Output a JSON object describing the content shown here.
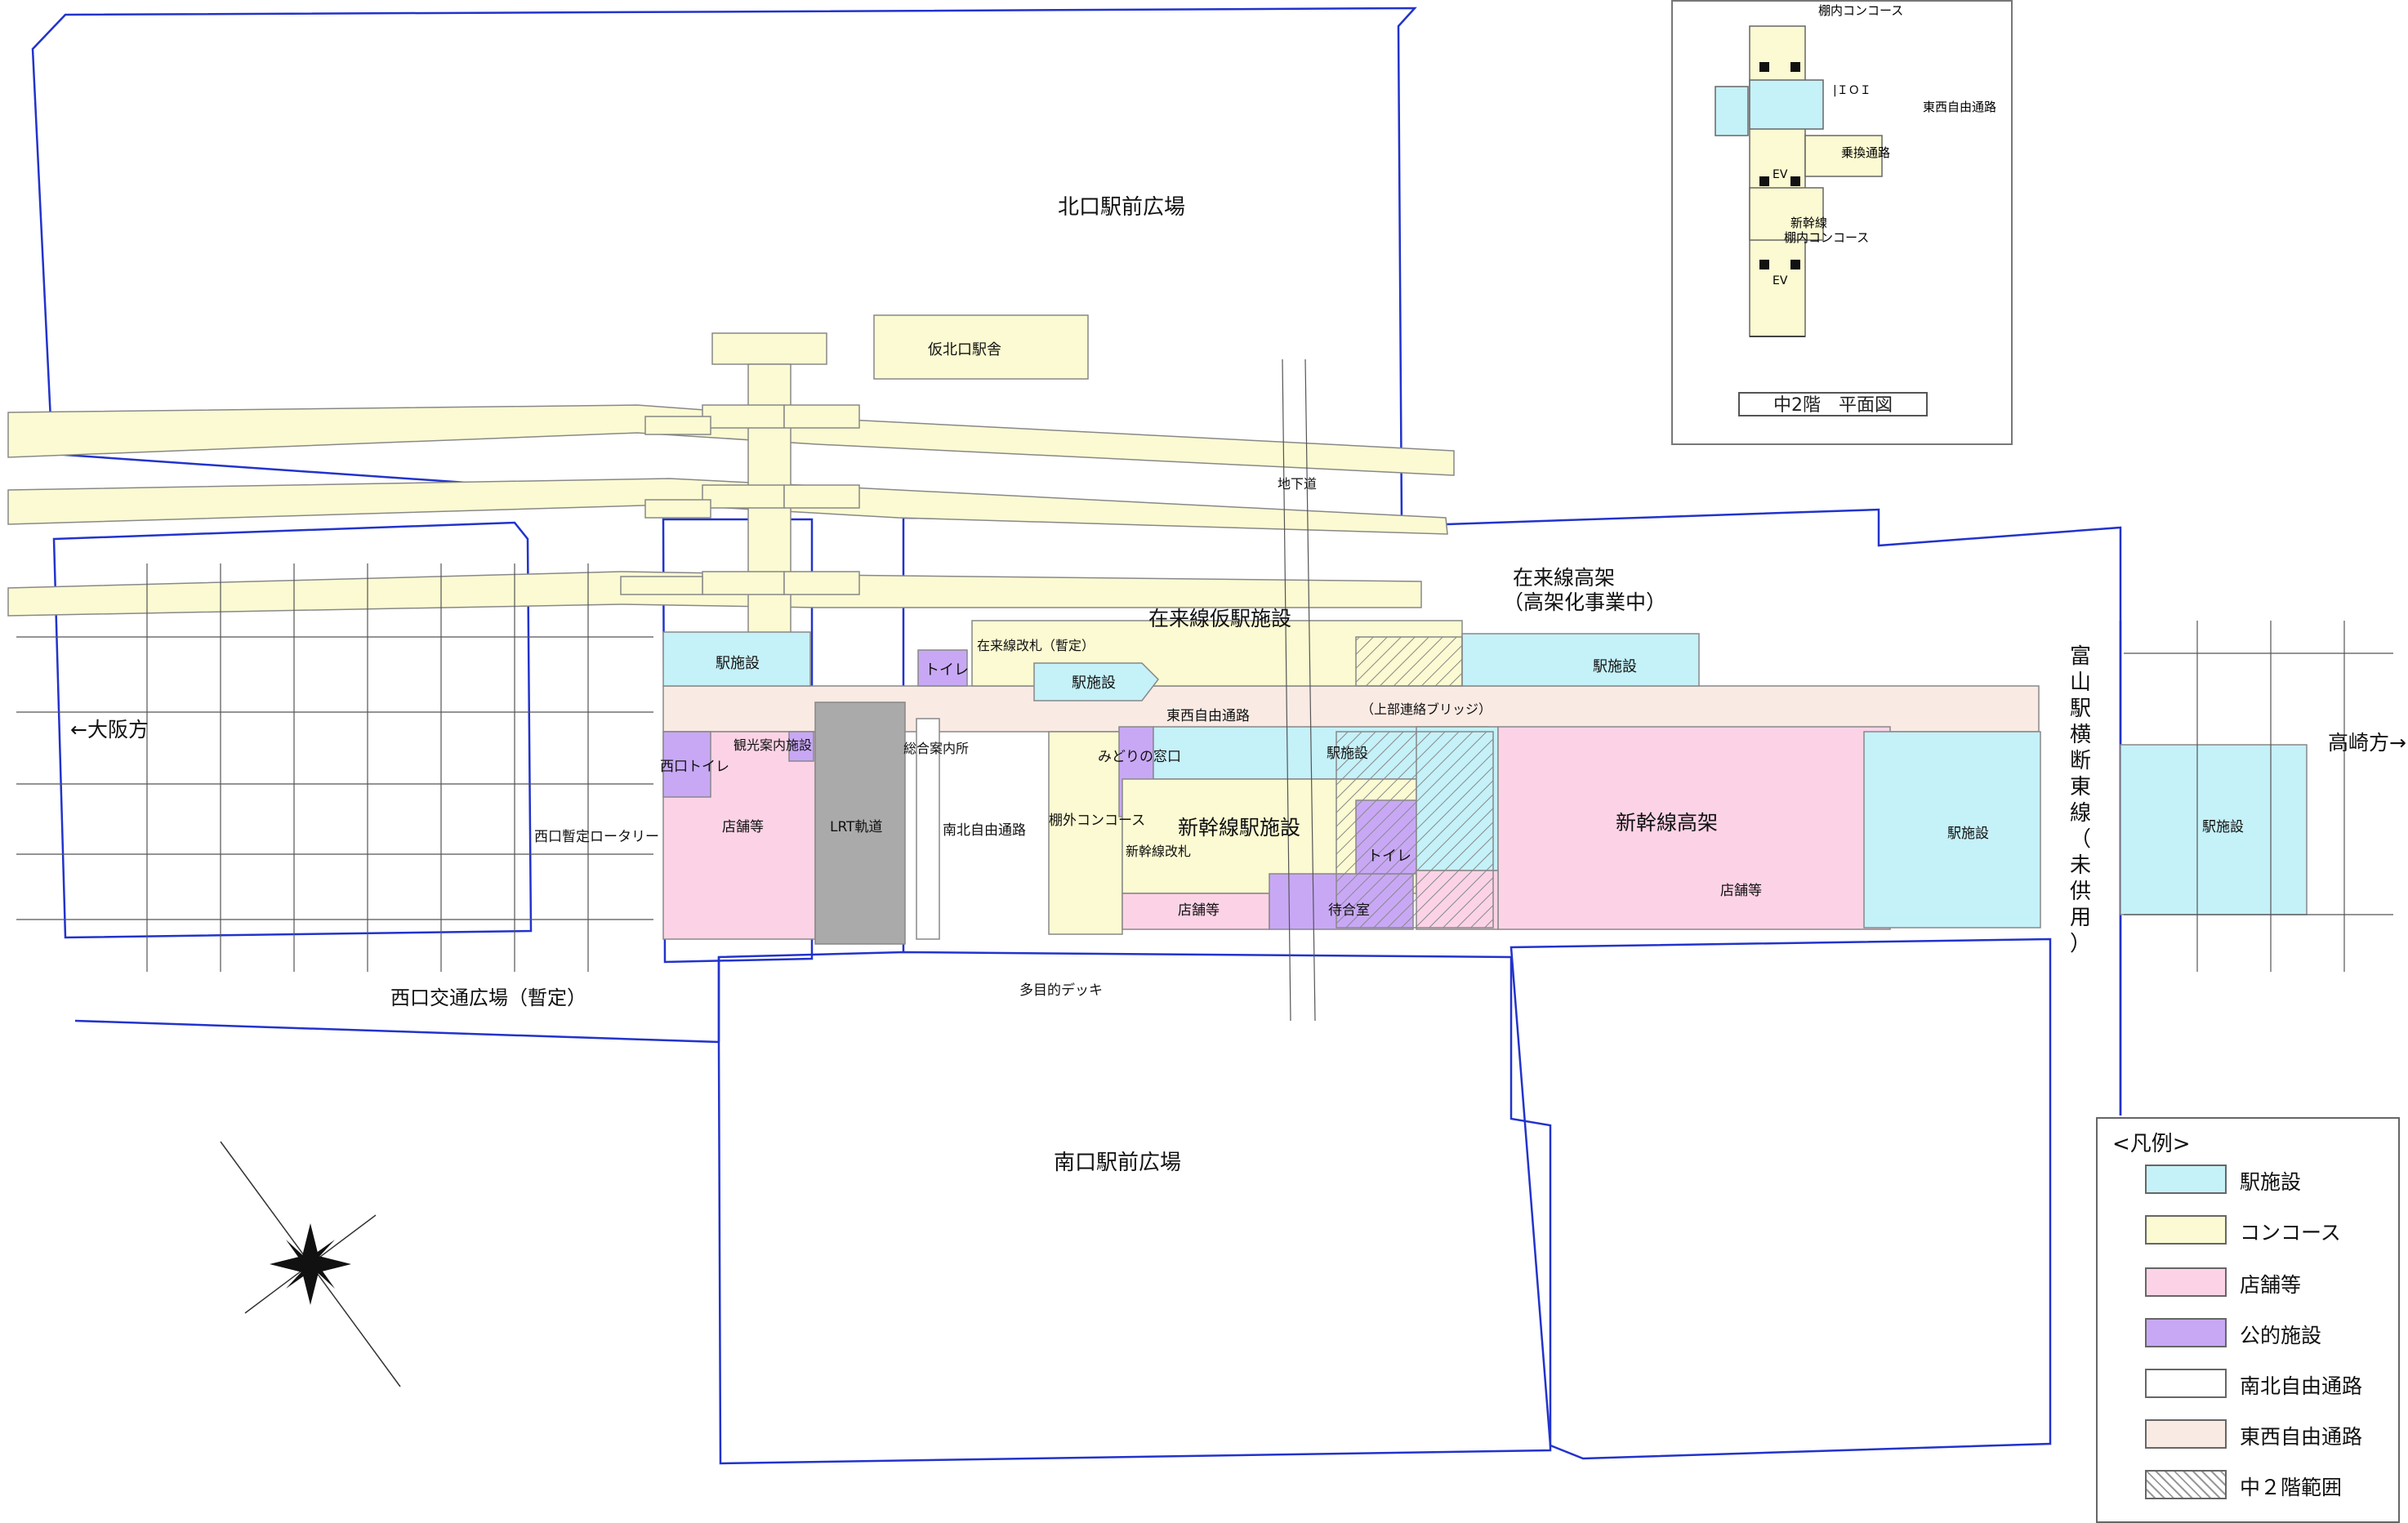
{
  "labels": {
    "north_plaza": "北口駅前広場",
    "temp_north_station": "仮北口駅舎",
    "underpass": "地下道",
    "conventional_temp": "在来線仮駅施設",
    "conventional_elevated_1": "在来線高架",
    "conventional_elevated_2": "（高架化事業中）",
    "to_osaka": "←大阪方",
    "to_takasaki": "高崎方→",
    "station_facility": "駅施設",
    "toilet": "トイレ",
    "conventional_gate": "在来線改札（暫定）",
    "ew_passage": "東西自由通路",
    "upper_bridge": "（上部連絡ブリッジ）",
    "west_toilet": "西口トイレ",
    "tourist_info": "観光案内施設",
    "general_info": "総合案内所",
    "midori": "みどりの窓口",
    "shops": "店舗等",
    "lrt": "LRT軌道",
    "ns_passage": "南北自由通路",
    "outside_concourse": "棚外コンコース",
    "shinkansen_facility": "新幹線駅施設",
    "shinkansen_gate": "新幹線改札",
    "waiting_room": "待合室",
    "shinkansen_elevated": "新幹線高架",
    "west_rotary": "西口暫定ロータリー",
    "west_plaza": "西口交通広場（暫定）",
    "multi_deck": "多目的デッキ",
    "south_plaza": "南口駅前広場",
    "crossing_line": [
      "富",
      "山",
      "駅",
      "横",
      "断",
      "東",
      "線",
      "（",
      "未",
      "供",
      "用",
      "）"
    ]
  },
  "inset": {
    "caption": "中2階　平面図",
    "inner_concourse_top": "棚内コンコース",
    "ew_passage": "東西自由通路",
    "transfer_passage": "乗換通路",
    "shinkansen_line": "新幹線",
    "inner_concourse": "棚内コンコース",
    "ev1": "EV",
    "ev2": "EV",
    "gate_icon": "|ＩＯＩ"
  },
  "legend": {
    "title": "<凡例>",
    "items": [
      {
        "label": "駅施設",
        "color": "#c5f1f8",
        "pattern": "solid"
      },
      {
        "label": "コンコース",
        "color": "#fbfad2",
        "pattern": "solid"
      },
      {
        "label": "店舗等",
        "color": "#fcd3e6",
        "pattern": "solid"
      },
      {
        "label": "公的施設",
        "color": "#c8a8f5",
        "pattern": "solid"
      },
      {
        "label": "南北自由通路",
        "color": "#ffffff",
        "pattern": "solid"
      },
      {
        "label": "東西自由通路",
        "color": "#faeae4",
        "pattern": "solid"
      },
      {
        "label": "中２階範囲",
        "color": "#ffffff",
        "pattern": "hatch"
      }
    ]
  },
  "colors": {
    "station": "#c5f1f8",
    "concourse": "#fbfad2",
    "shops": "#fcd3e6",
    "public": "#c8a8f5",
    "ew_passage": "#faeae4",
    "lrt": "#aaaaaa",
    "boundary": "#2233cc"
  }
}
